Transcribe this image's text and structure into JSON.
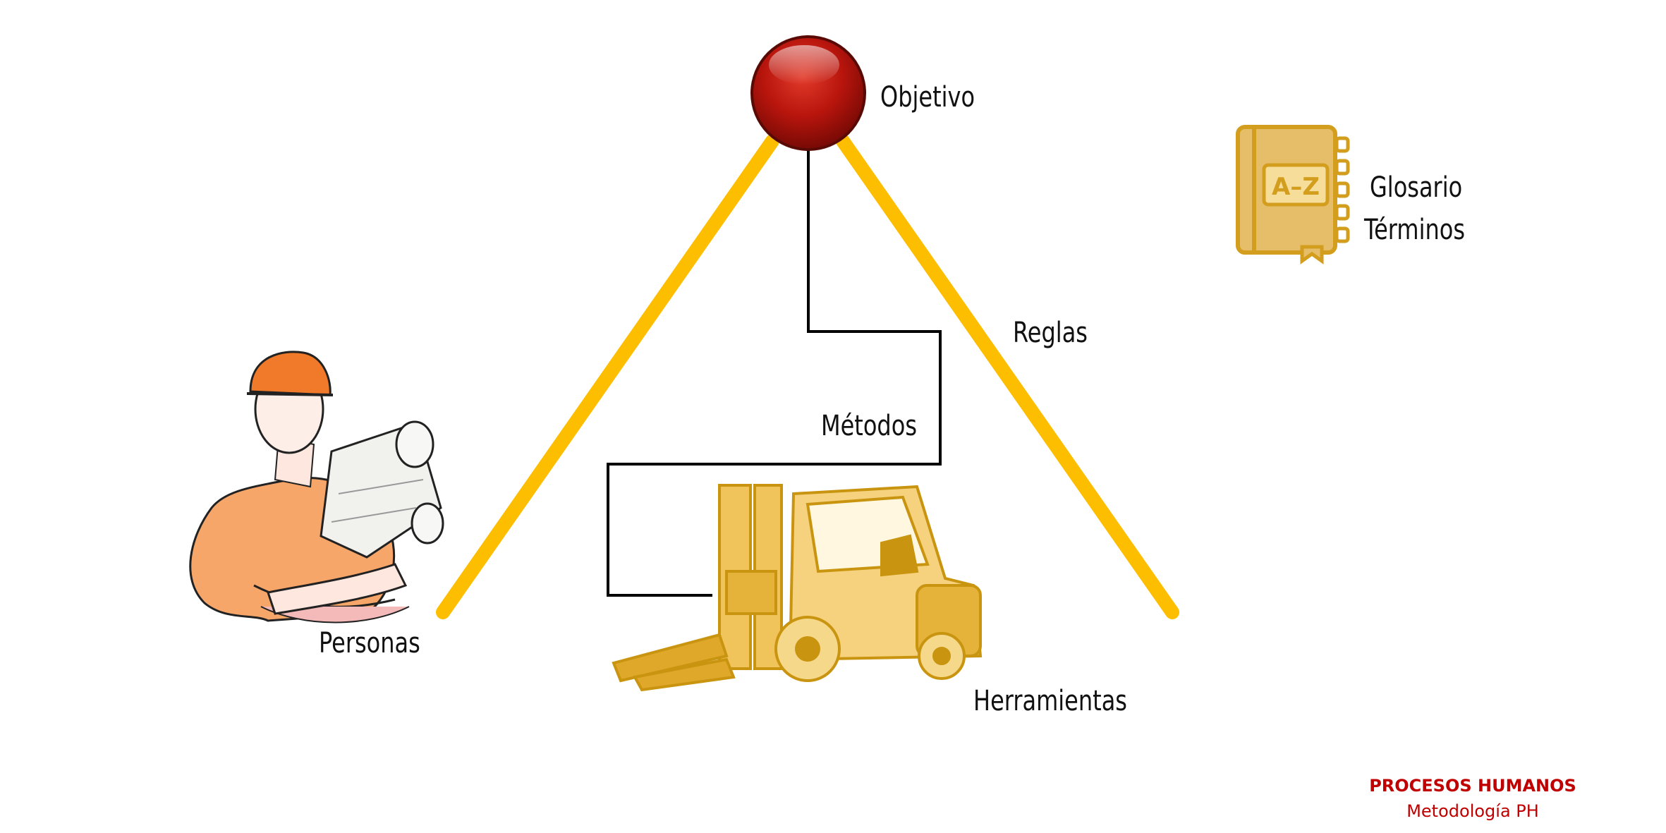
{
  "labels": {
    "objetivo": "Objetivo",
    "reglas": "Reglas",
    "metodos": "Métodos",
    "personas": "Personas",
    "herramientas": "Herramientas",
    "glosario_line1": "Glosario",
    "glosario_line2": "Términos"
  },
  "glossary_icon": {
    "text": "A–Z",
    "name": "glossary-book-icon"
  },
  "branding": {
    "title": "PROCESOS HUMANOS",
    "subtitle": "Metodología PH"
  },
  "colors": {
    "triangle": "#FDBE00",
    "objective_ball": "#B8150D",
    "connector": "#000000",
    "forklift": "#D9A520",
    "brand": "#C00000"
  }
}
